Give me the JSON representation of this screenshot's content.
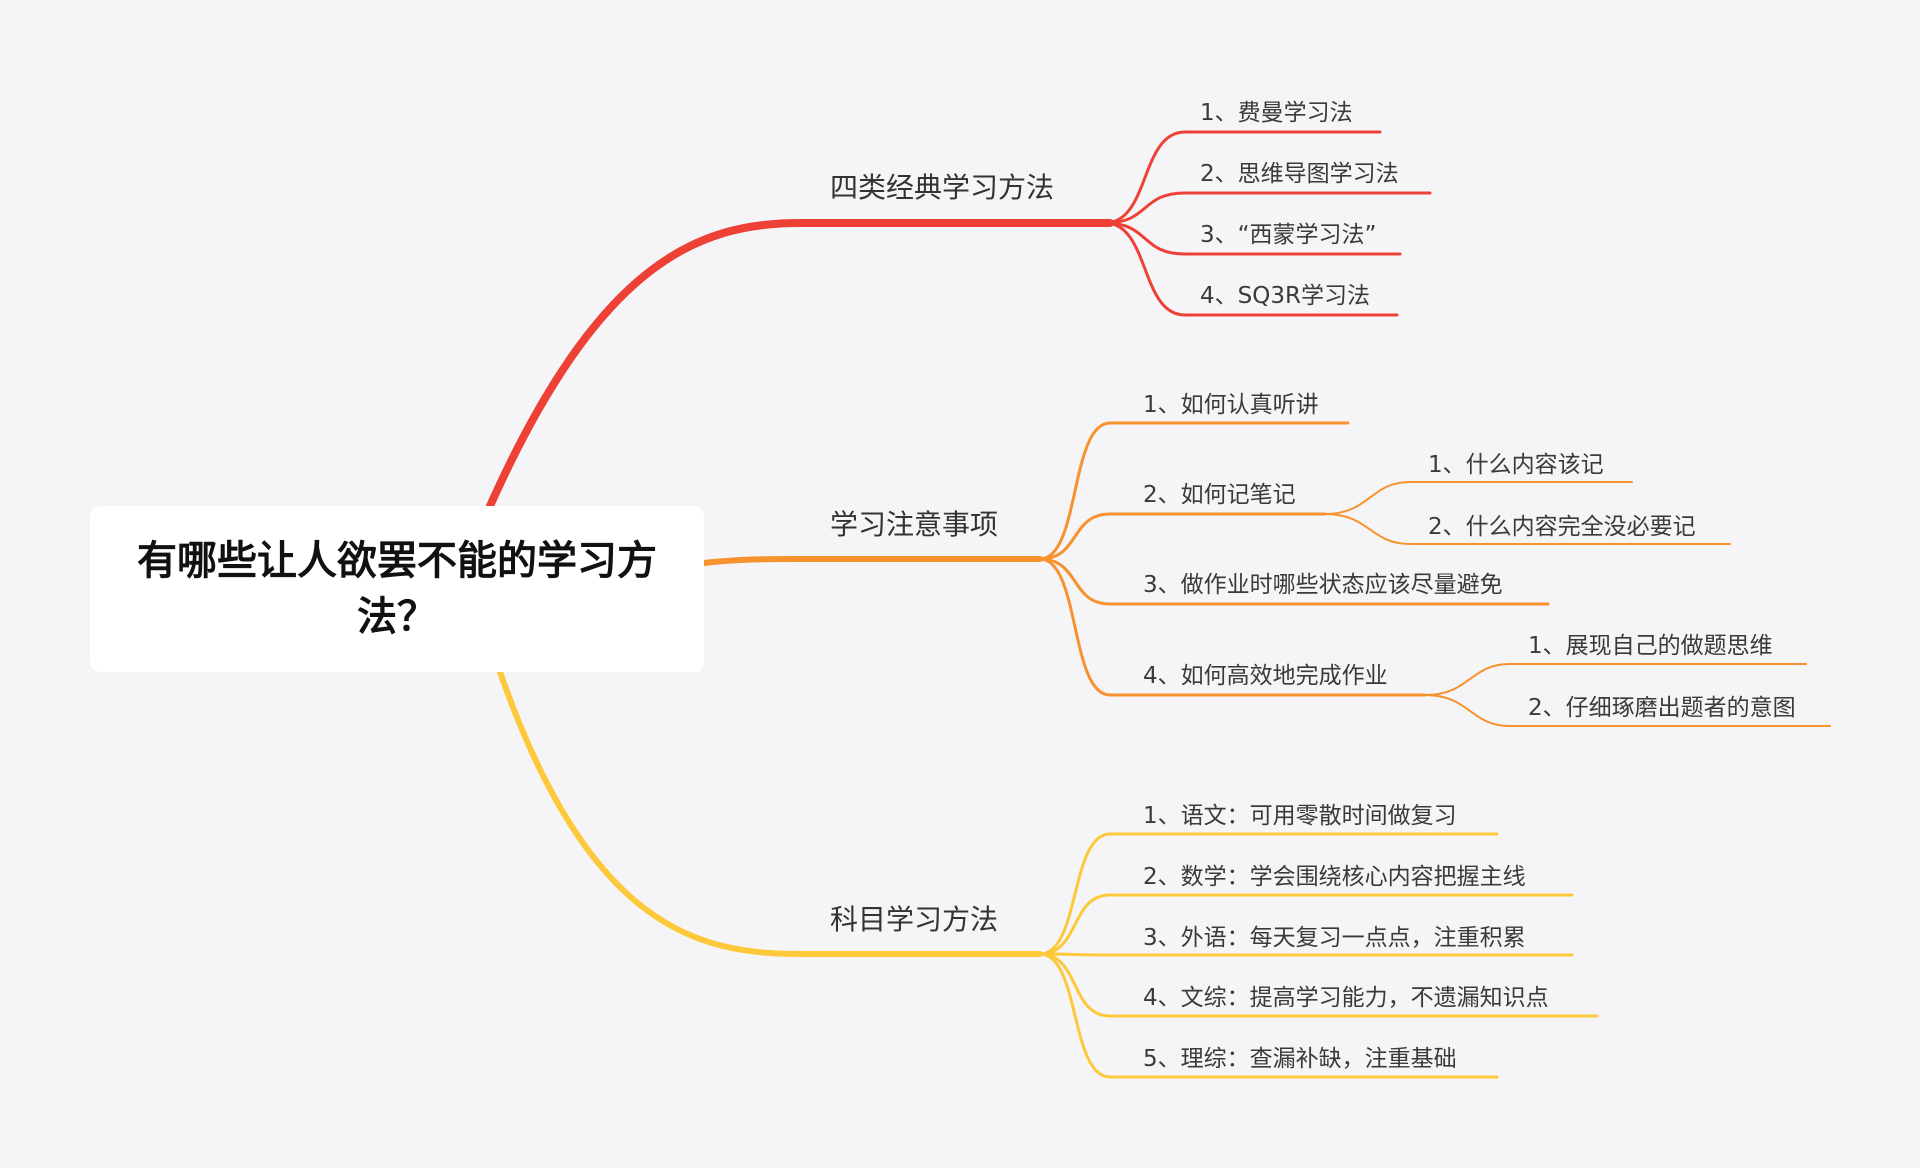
{
  "root": {
    "title": "有哪些让人欲罢不能的学习方法？"
  },
  "colors": {
    "branch1": "#ee4136",
    "branch2": "#f7932e",
    "branch3": "#fdc93a",
    "background": "#f5f5f8",
    "root_box": "#ffffff"
  },
  "branches": [
    {
      "label": "四类经典学习方法",
      "children": [
        {
          "label": "1、费曼学习法"
        },
        {
          "label": "2、思维导图学习法"
        },
        {
          "label": "3、“西蒙学习法”"
        },
        {
          "label": "4、SQ3R学习法"
        }
      ]
    },
    {
      "label": "学习注意事项",
      "children": [
        {
          "label": "1、如何认真听讲"
        },
        {
          "label": "2、如何记笔记",
          "children": [
            {
              "label": "1、什么内容该记"
            },
            {
              "label": "2、什么内容完全没必要记"
            }
          ]
        },
        {
          "label": "3、做作业时哪些状态应该尽量避免"
        },
        {
          "label": "4、如何高效地完成作业",
          "children": [
            {
              "label": "1、展现自己的做题思维"
            },
            {
              "label": "2、仔细琢磨出题者的意图"
            }
          ]
        }
      ]
    },
    {
      "label": "科目学习方法",
      "children": [
        {
          "label": "1、语文：可用零散时间做复习"
        },
        {
          "label": "2、数学：学会围绕核心内容把握主线"
        },
        {
          "label": "3、外语：每天复习一点点，注重积累"
        },
        {
          "label": "4、文综：提高学习能力，不遗漏知识点"
        },
        {
          "label": "5、理综：查漏补缺，注重基础"
        }
      ]
    }
  ]
}
